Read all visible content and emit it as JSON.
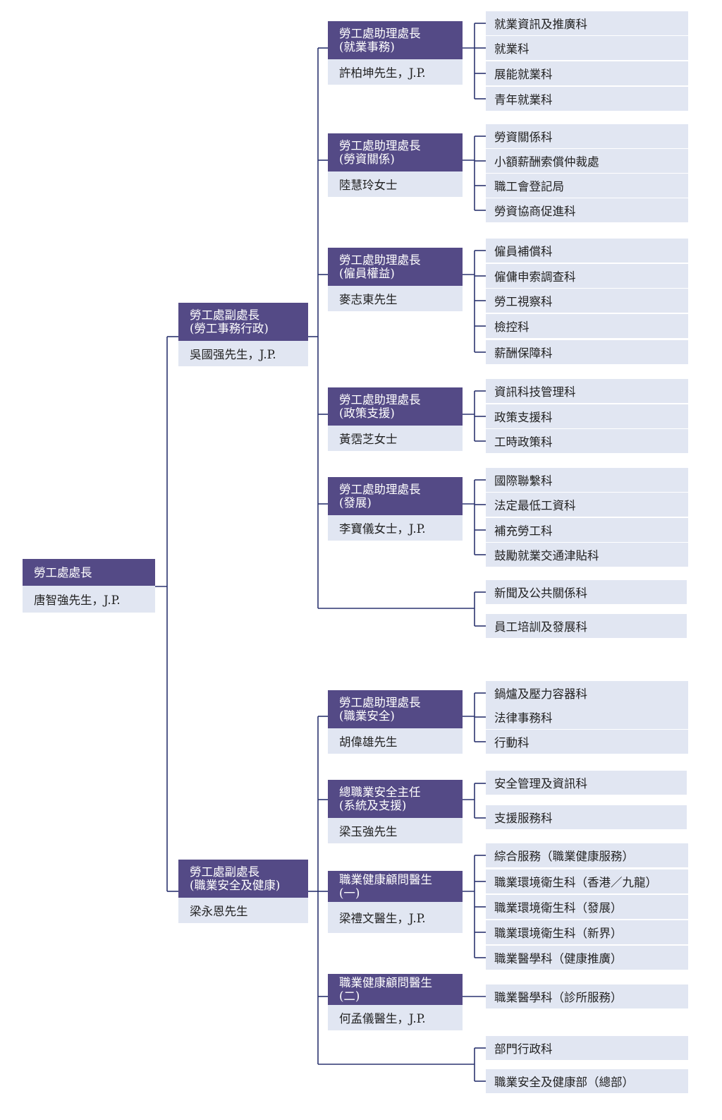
{
  "commissioner": {
    "title": "勞工處處長",
    "name": "唐智強先生，J.P."
  },
  "deputy_labour": {
    "title_line1": "勞工處副處長",
    "title_line2": "(勞工事務行政)",
    "name": "吳國强先生，J.P."
  },
  "deputy_osh": {
    "title_line1": "勞工處副處長",
    "title_line2": "(職業安全及健康)",
    "name": "梁永恩先生"
  },
  "ac_employment": {
    "title_line1": "勞工處助理處長",
    "title_line2": "(就業事務)",
    "name": "許柏坤先生，J.P.",
    "sections": [
      "就業資訊及推廣科",
      "就業科",
      "展能就業科",
      "青年就業科"
    ]
  },
  "ac_labour_relations": {
    "title_line1": "勞工處助理處長",
    "title_line2": "(勞資關係)",
    "name": "陸慧玲女士",
    "sections": [
      "勞資關係科",
      "小額薪酬索償仲裁處",
      "職工會登記局",
      "勞資協商促進科"
    ]
  },
  "ac_employees_rights": {
    "title_line1": "勞工處助理處長",
    "title_line2": "(僱員權益)",
    "name": "麥志東先生",
    "sections": [
      "僱員補償科",
      "僱傭申索調查科",
      "勞工視察科",
      "檢控科",
      "薪酬保障科"
    ]
  },
  "ac_policy_support": {
    "title_line1": "勞工處助理處長",
    "title_line2": "(政策支援)",
    "name": "黃霑芝女士",
    "sections": [
      "資訊科技管理科",
      "政策支援科",
      "工時政策科"
    ]
  },
  "ac_development": {
    "title_line1": "勞工處助理處長",
    "title_line2": "(發展)",
    "name": "李寶儀女士，J.P.",
    "sections": [
      "國際聯繫科",
      "法定最低工資科",
      "補充勞工科",
      "鼓勵就業交通津貼科"
    ]
  },
  "labour_direct_sections": [
    "新聞及公共關係科",
    "員工培訓及發展科"
  ],
  "ac_occupational_safety": {
    "title_line1": "勞工處助理處長",
    "title_line2": "(職業安全)",
    "name": "胡偉雄先生",
    "sections": [
      "鍋爐及壓力容器科",
      "法律事務科",
      "行動科"
    ]
  },
  "chief_osh_officer": {
    "title_line1": "總職業安全主任",
    "title_line2": "(系統及支援)",
    "name": "梁玉強先生",
    "sections": [
      "安全管理及資訊科",
      "支援服務科"
    ]
  },
  "ohc_1": {
    "title_line1": "職業健康顧問醫生",
    "title_line2": "(一)",
    "name": "梁禮文醫生，J.P.",
    "sections": [
      "綜合服務（職業健康服務）",
      "職業環境衛生科（香港／九龍）",
      "職業環境衛生科（發展）",
      "職業環境衛生科（新界）",
      "職業醫學科（健康推廣）"
    ]
  },
  "ohc_2": {
    "title_line1": "職業健康顧問醫生",
    "title_line2": "(二)",
    "name": "何孟儀醫生，J.P.",
    "sections": [
      "職業醫學科（診所服務）"
    ]
  },
  "osh_direct_sections": [
    "部門行政科",
    "職業安全及健康部（總部）"
  ],
  "colors": {
    "header_fill": "#544a86",
    "name_fill": "#e1e6f2",
    "section_fill": "#e1e6f2",
    "line": "#2b3470"
  }
}
